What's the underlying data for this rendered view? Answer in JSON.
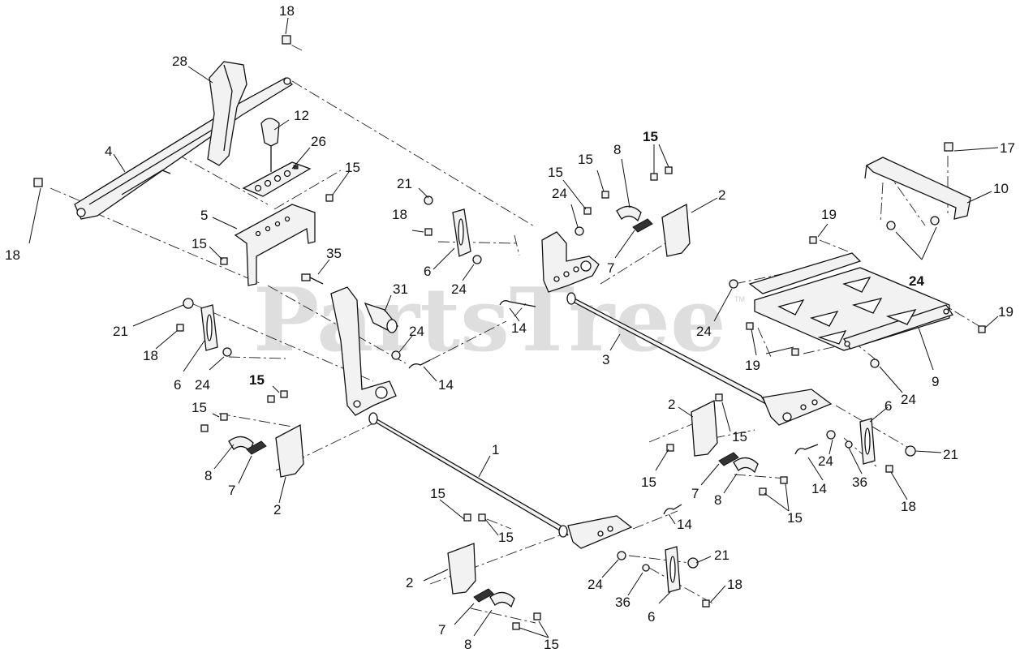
{
  "watermark": {
    "text": "PartsTree",
    "trademark": "TM"
  },
  "callouts": [
    {
      "id": "c18a",
      "text": "18"
    },
    {
      "id": "c28",
      "text": "28"
    },
    {
      "id": "c12",
      "text": "12"
    },
    {
      "id": "c4",
      "text": "4"
    },
    {
      "id": "c26",
      "text": "26"
    },
    {
      "id": "c15a",
      "text": "15"
    },
    {
      "id": "c18b",
      "text": "18"
    },
    {
      "id": "c5",
      "text": "5"
    },
    {
      "id": "c15b",
      "text": "15"
    },
    {
      "id": "c35",
      "text": "35"
    },
    {
      "id": "c21a",
      "text": "21"
    },
    {
      "id": "c18c",
      "text": "18"
    },
    {
      "id": "c6a",
      "text": "6"
    },
    {
      "id": "c24a",
      "text": "24"
    },
    {
      "id": "c31",
      "text": "31"
    },
    {
      "id": "c24b",
      "text": "24"
    },
    {
      "id": "c14a",
      "text": "14"
    },
    {
      "id": "c15c",
      "text": "15"
    },
    {
      "id": "c15d",
      "text": "15"
    },
    {
      "id": "c8a",
      "text": "8"
    },
    {
      "id": "c7a",
      "text": "7"
    },
    {
      "id": "c2a",
      "text": "2"
    },
    {
      "id": "c21b",
      "text": "21"
    },
    {
      "id": "c18d",
      "text": "18"
    },
    {
      "id": "c6b",
      "text": "6"
    },
    {
      "id": "c24c",
      "text": "24"
    },
    {
      "id": "c24d",
      "text": "24"
    },
    {
      "id": "c15e",
      "text": "15"
    },
    {
      "id": "c15f",
      "text": "15"
    },
    {
      "id": "c8b",
      "text": "8"
    },
    {
      "id": "c15g",
      "text": "15"
    },
    {
      "id": "c2b",
      "text": "2"
    },
    {
      "id": "c7b",
      "text": "7"
    },
    {
      "id": "c14b",
      "text": "14"
    },
    {
      "id": "c3",
      "text": "3"
    },
    {
      "id": "c17",
      "text": "17"
    },
    {
      "id": "c10",
      "text": "10"
    },
    {
      "id": "c19a",
      "text": "19"
    },
    {
      "id": "c24e",
      "text": "24"
    },
    {
      "id": "c24f",
      "text": "24"
    },
    {
      "id": "c19b",
      "text": "19"
    },
    {
      "id": "c19c",
      "text": "19"
    },
    {
      "id": "c9",
      "text": "9"
    },
    {
      "id": "c24g",
      "text": "24"
    },
    {
      "id": "c1",
      "text": "1"
    },
    {
      "id": "c2c",
      "text": "2"
    },
    {
      "id": "c15h",
      "text": "15"
    },
    {
      "id": "c15i",
      "text": "15"
    },
    {
      "id": "c7c",
      "text": "7"
    },
    {
      "id": "c8c",
      "text": "8"
    },
    {
      "id": "c15j",
      "text": "15"
    },
    {
      "id": "c14c",
      "text": "14"
    },
    {
      "id": "c24h",
      "text": "24"
    },
    {
      "id": "c6c",
      "text": "6"
    },
    {
      "id": "c36a",
      "text": "36"
    },
    {
      "id": "c21c",
      "text": "21"
    },
    {
      "id": "c18e",
      "text": "18"
    },
    {
      "id": "c15k",
      "text": "15"
    },
    {
      "id": "c15l",
      "text": "15"
    },
    {
      "id": "c2d",
      "text": "2"
    },
    {
      "id": "c14d",
      "text": "14"
    },
    {
      "id": "c21d",
      "text": "21"
    },
    {
      "id": "c24i",
      "text": "24"
    },
    {
      "id": "c36b",
      "text": "36"
    },
    {
      "id": "c18f",
      "text": "18"
    },
    {
      "id": "c6d",
      "text": "6"
    },
    {
      "id": "c7d",
      "text": "7"
    },
    {
      "id": "c8d",
      "text": "8"
    },
    {
      "id": "c15m",
      "text": "15"
    }
  ]
}
